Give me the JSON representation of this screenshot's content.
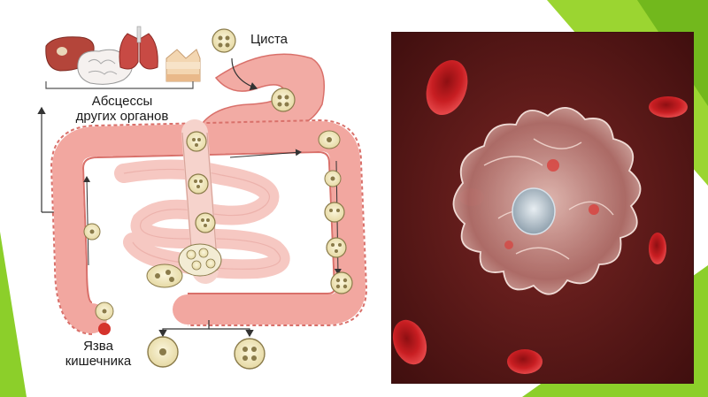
{
  "labels": {
    "cyst": "Циста",
    "abscess_line1": "Абсцессы",
    "abscess_line2": "других органов",
    "ulcer_line1": "Язва",
    "ulcer_line2": "кишечника"
  },
  "colors": {
    "slide_bg": "#ffffff",
    "accent_green": "#8ccf2a",
    "intestine_fill": "#f2a7a0",
    "intestine_edge": "#d9706a",
    "small_intestine_fill": "#f6c8c2",
    "cyst_fill": "#f3ecc8",
    "photo_bg": "#5a1716",
    "red_blood_cell": "#c81e22",
    "amoeba": "#d8a49c"
  },
  "icons": [
    "liver-icon",
    "lungs-icon",
    "brain-icon",
    "skin-icon",
    "cyst-icon",
    "trophozoite-icon",
    "arrow-icon"
  ]
}
